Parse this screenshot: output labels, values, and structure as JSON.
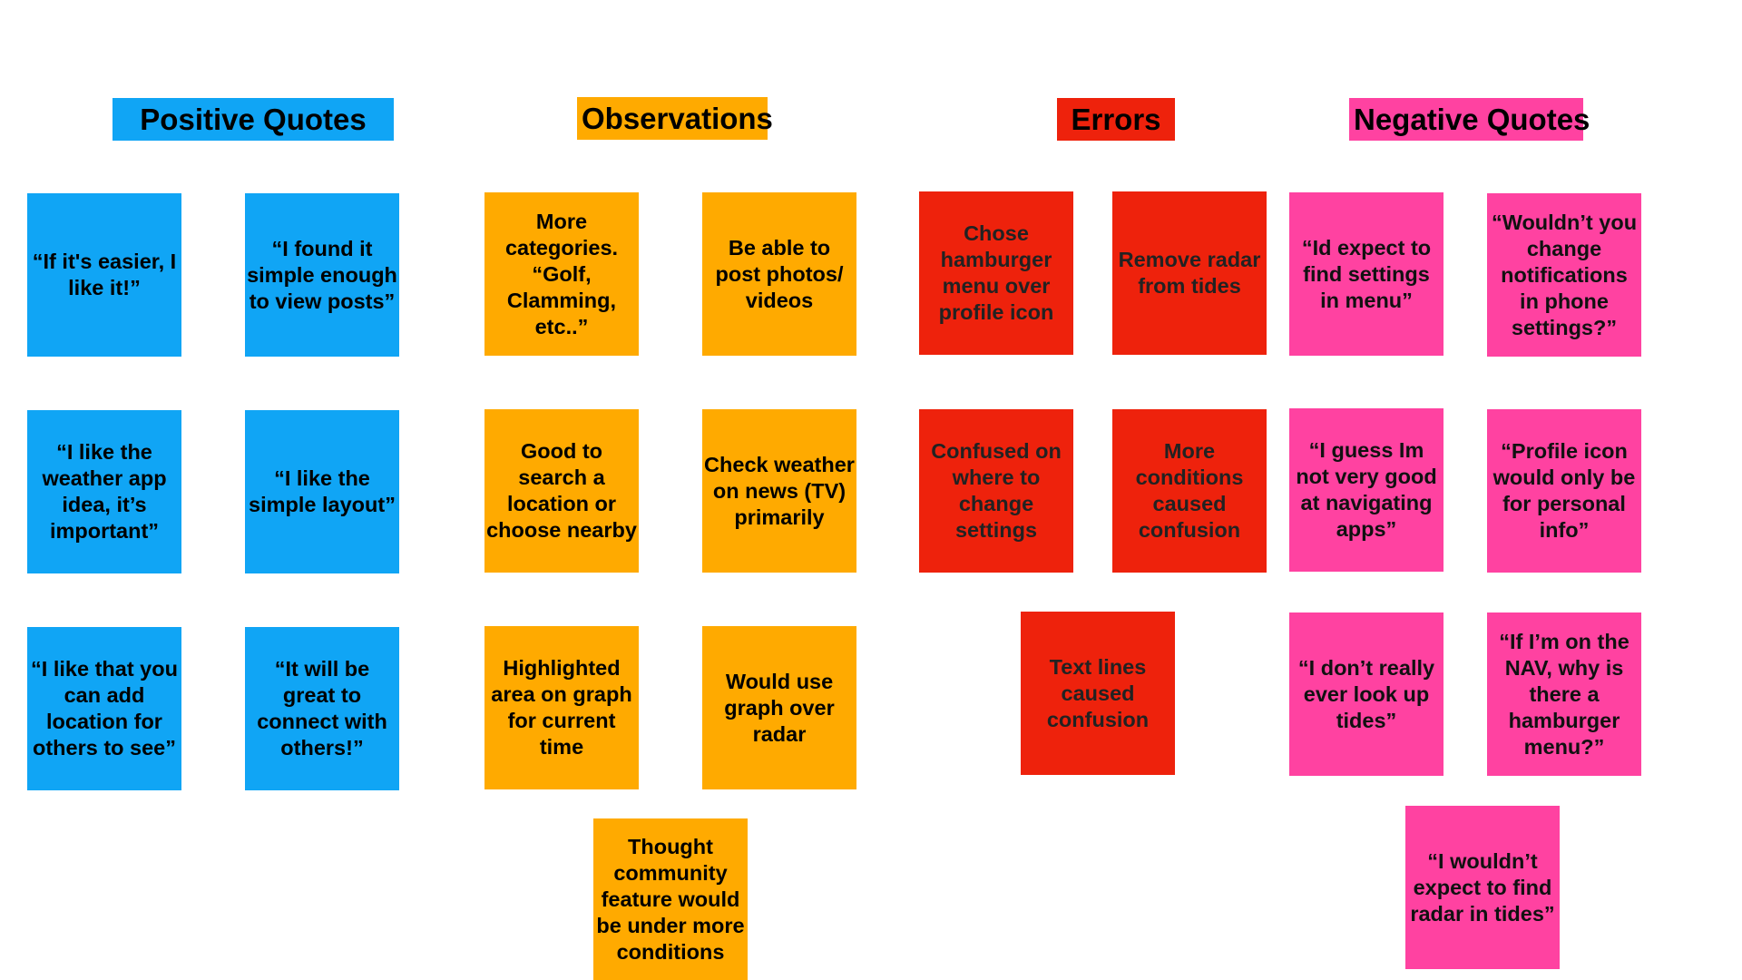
{
  "colors": {
    "positive": "#10A5F5",
    "observations": "#FFAA00",
    "errors": "#EE220C",
    "negative": "#FF42A1",
    "text_dark": "#000000",
    "text_error": "#222222"
  },
  "categories": {
    "positive": {
      "title": "Positive Quotes",
      "notes": [
        "“If it's easier, I like it!”",
        "“I found it simple enough to view posts”",
        "“I like the weather app idea, it’s important”",
        "“I like the simple layout”",
        "“I like that you can add location for others to see”",
        "“It will be great to connect with others!”"
      ]
    },
    "observations": {
      "title": "Observations",
      "notes": [
        "More categories. “Golf, Clamming, etc..”",
        "Be able to post photos/ videos",
        "Good to search a location or choose nearby",
        "Check weather on news (TV) primarily",
        "Highlighted area on graph for current time",
        "Would use graph over radar",
        "Thought community feature would be under more conditions"
      ]
    },
    "errors": {
      "title": "Errors",
      "notes": [
        "Chose hamburger menu over profile icon",
        "Remove radar from tides",
        "Confused on where to change settings",
        "More conditions caused confusion",
        "Text lines caused confusion"
      ]
    },
    "negative": {
      "title": "Negative Quotes",
      "notes": [
        "“Id expect to find settings in menu”",
        "“Wouldn’t you change notifications in phone settings?”",
        "“I guess Im not very good at navigating apps”",
        "“Profile icon would only be for personal info”",
        "“I don’t really ever look up tides”",
        "“If I’m on the NAV, why is there a hamburger menu?”",
        "“I wouldn’t expect to find radar in tides”"
      ]
    }
  }
}
